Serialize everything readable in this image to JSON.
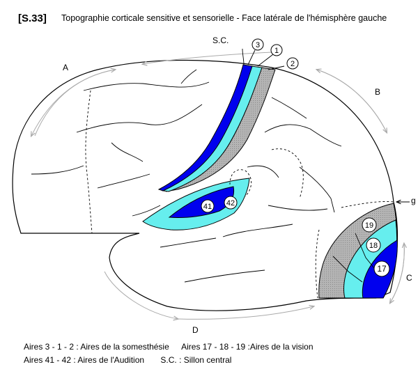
{
  "header": {
    "code": "[S.33]",
    "title": "Topographie corticale sensitive et sensorielle - Face latérale de l'hémisphère gauche"
  },
  "labels": {
    "A": "A",
    "B": "B",
    "C": "C",
    "D": "D",
    "g": "g",
    "sc": "S.C.",
    "area_1": "1",
    "area_2": "2",
    "area_3": "3",
    "area_17": "17",
    "area_18": "18",
    "area_19": "19",
    "area_41": "41",
    "area_42": "42"
  },
  "legend": {
    "line1_left": "Aires 3 - 1 - 2  : Aires de la somesthésie",
    "line1_right": "Aires 17 - 18 - 19 :Aires de la vision",
    "line2_left": "Aires 41 - 42 : Aires de l'Audition",
    "line2_right": "S.C. : Sillon central"
  },
  "colors": {
    "area_3": "#0000ee",
    "area_1": "#66eeee",
    "area_2": "#b4b4b4",
    "area_41": "#0000ee",
    "area_42": "#66eeee",
    "area_17": "#0000ee",
    "area_18": "#66eeee",
    "area_19": "#b4b4b4",
    "outline": "#000000",
    "arrows": "#aaaaaa"
  }
}
